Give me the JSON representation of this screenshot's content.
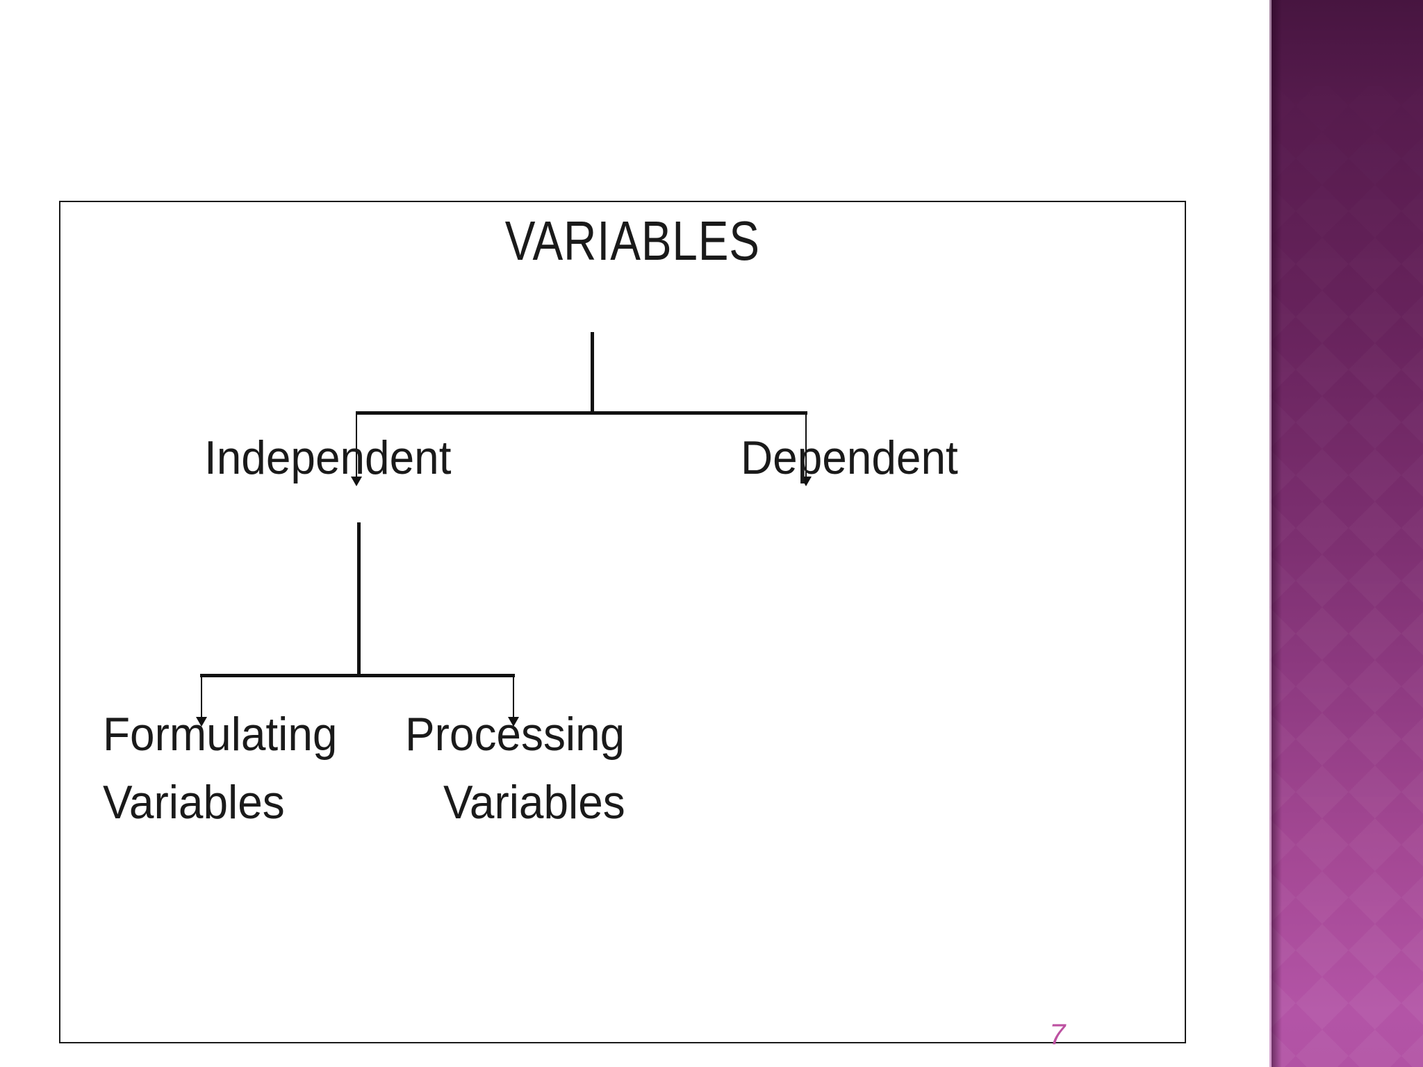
{
  "slide": {
    "page_number": "7",
    "diagram": {
      "title": "VARIABLES",
      "level1": [
        {
          "label": "Independent"
        },
        {
          "label": "Dependent"
        }
      ],
      "level2": [
        {
          "line1": "Formulating",
          "line2": "Variables"
        },
        {
          "line1": "Processing",
          "line2": "Variables"
        }
      ]
    },
    "colors": {
      "text": "#1a1a1a",
      "connector_line": "#111111",
      "page_number": "#bd51a1",
      "sidebar_gradient_top": "#471540",
      "sidebar_gradient_middle": "#7c2f70",
      "sidebar_gradient_bottom": "#b152a4",
      "frame_border": "#1a1a1a",
      "background": "#ffffff"
    }
  }
}
